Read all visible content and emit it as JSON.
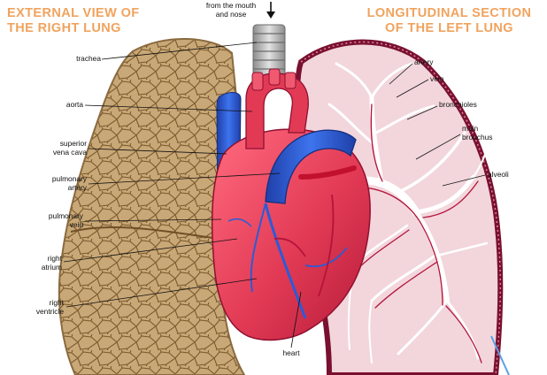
{
  "titles": {
    "left_line1": "EXTERNAL VIEW OF",
    "left_line2": "THE RIGHT LUNG",
    "right_line1": "LONGITUDINAL SECTION",
    "right_line2": "OF THE LEFT LUNG"
  },
  "labels": {
    "airflow_line1": "from the mouth",
    "airflow_line2": "and nose",
    "trachea": "trachea",
    "aorta": "aorta",
    "superior_vena_cava_1": "superior",
    "superior_vena_cava_2": "vena cava",
    "pulmonary_artery_1": "pulmonary",
    "pulmonary_artery_2": "artery",
    "pulmonary_vein_1": "pulmonary",
    "pulmonary_vein_2": "vein",
    "right_atrium_1": "right",
    "right_atrium_2": "atrium",
    "right_ventricle_1": "right",
    "right_ventricle_2": "ventricle",
    "heart": "heart",
    "artery": "artery",
    "vein": "vein",
    "bronchioles": "bronchioles",
    "main_bronchus_1": "main",
    "main_bronchus_2": "bronchus",
    "alveoli": "alveoli"
  },
  "colors": {
    "title": "#f0a35e",
    "lung_tan": "#c9a877",
    "lung_outline": "#8a6a3e",
    "heart_red": "#e23a55",
    "vessel_blue": "#2b5bd6",
    "section_bg": "#f2d6dc",
    "section_red": "#b3143a",
    "bronchi_white": "#ffffff"
  },
  "icons": {
    "airflow_arrow": "down-arrow-icon"
  }
}
